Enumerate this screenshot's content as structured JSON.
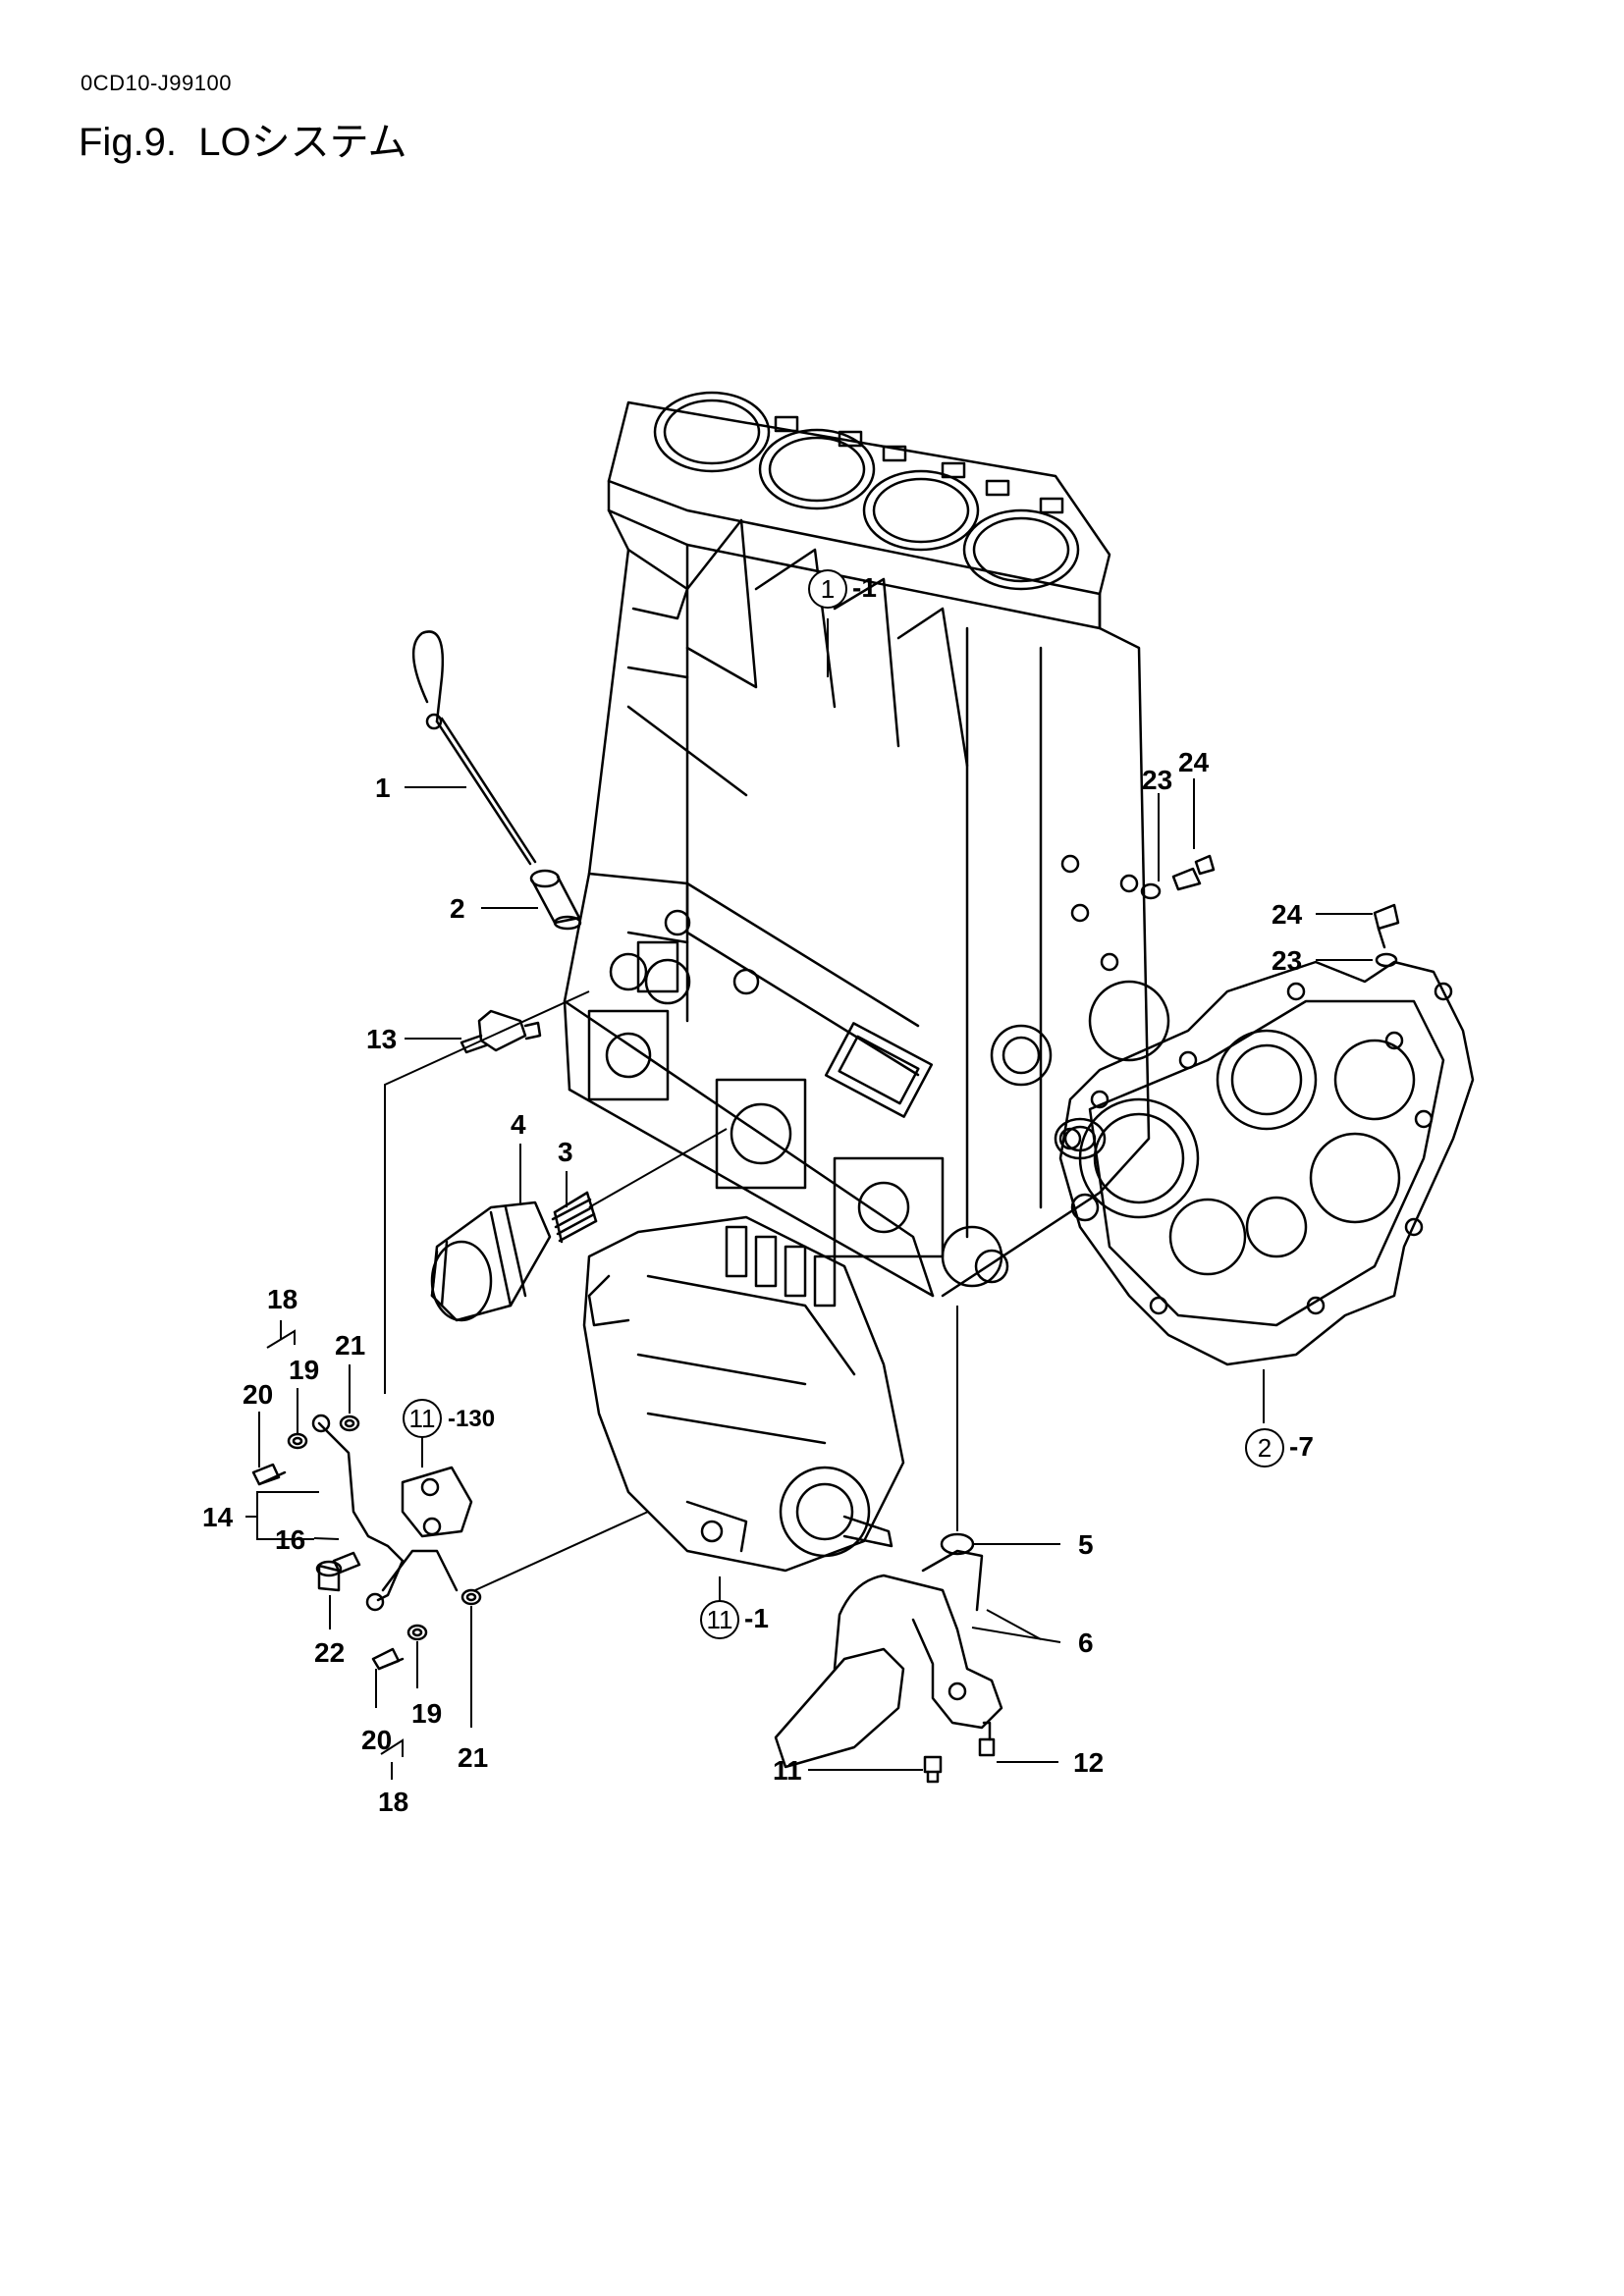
{
  "header": {
    "doc_code": "0CD10-J99100",
    "fig_number": "Fig.9.",
    "fig_title": "LOシステム"
  },
  "callouts": {
    "c1_1": {
      "circ": "1",
      "suffix": "-1"
    },
    "c2_7": {
      "circ": "2",
      "suffix": "-7"
    },
    "c11_130": {
      "circ": "11",
      "suffix": "-130"
    },
    "c11_1": {
      "circ": "11",
      "suffix": "-1"
    },
    "p1": "1",
    "p2": "2",
    "p3": "3",
    "p4": "4",
    "p5": "5",
    "p6": "6",
    "p11": "11",
    "p12": "12",
    "p13": "13",
    "p14": "14",
    "p16": "16",
    "p18a": "18",
    "p18b": "18",
    "p19a": "19",
    "p19b": "19",
    "p20a": "20",
    "p20b": "20",
    "p21a": "21",
    "p21b": "21",
    "p22": "22",
    "p23a": "23",
    "p23b": "23",
    "p24a": "24",
    "p24b": "24"
  }
}
